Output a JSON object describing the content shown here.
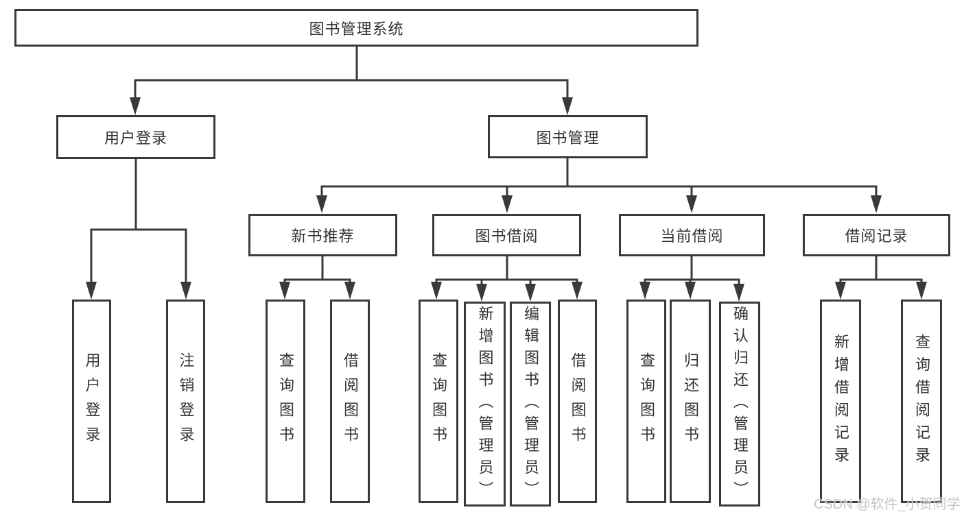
{
  "diagram": {
    "root": {
      "label": "图书管理系统"
    },
    "level2": [
      {
        "label": "用户登录"
      },
      {
        "label": "图书管理"
      }
    ],
    "level3": [
      {
        "label": "新书推荐"
      },
      {
        "label": "图书借阅"
      },
      {
        "label": "当前借阅"
      },
      {
        "label": "借阅记录"
      }
    ],
    "leaves": {
      "user_login": [
        {
          "label": "用户登录"
        },
        {
          "label": "注销登录"
        }
      ],
      "new_books": [
        {
          "label": "查询图书"
        },
        {
          "label": "借阅图书"
        }
      ],
      "book_borrow": [
        {
          "label": "查询图书"
        },
        {
          "label": "新增图书（管理员）"
        },
        {
          "label": "编辑图书（管理员）"
        },
        {
          "label": "借阅图书"
        }
      ],
      "current_borrow": [
        {
          "label": "查询图书"
        },
        {
          "label": "归还图书"
        },
        {
          "label": "确认归还（管理员）"
        }
      ],
      "borrow_records": [
        {
          "label": "新增借阅记录"
        },
        {
          "label": "查询借阅记录"
        }
      ]
    },
    "watermark": "CSDN @软件_小贺同学",
    "colors": {
      "line": "#3a3a3a",
      "text": "#333333",
      "watermark": "#c6c6c6",
      "background": "#ffffff"
    }
  }
}
